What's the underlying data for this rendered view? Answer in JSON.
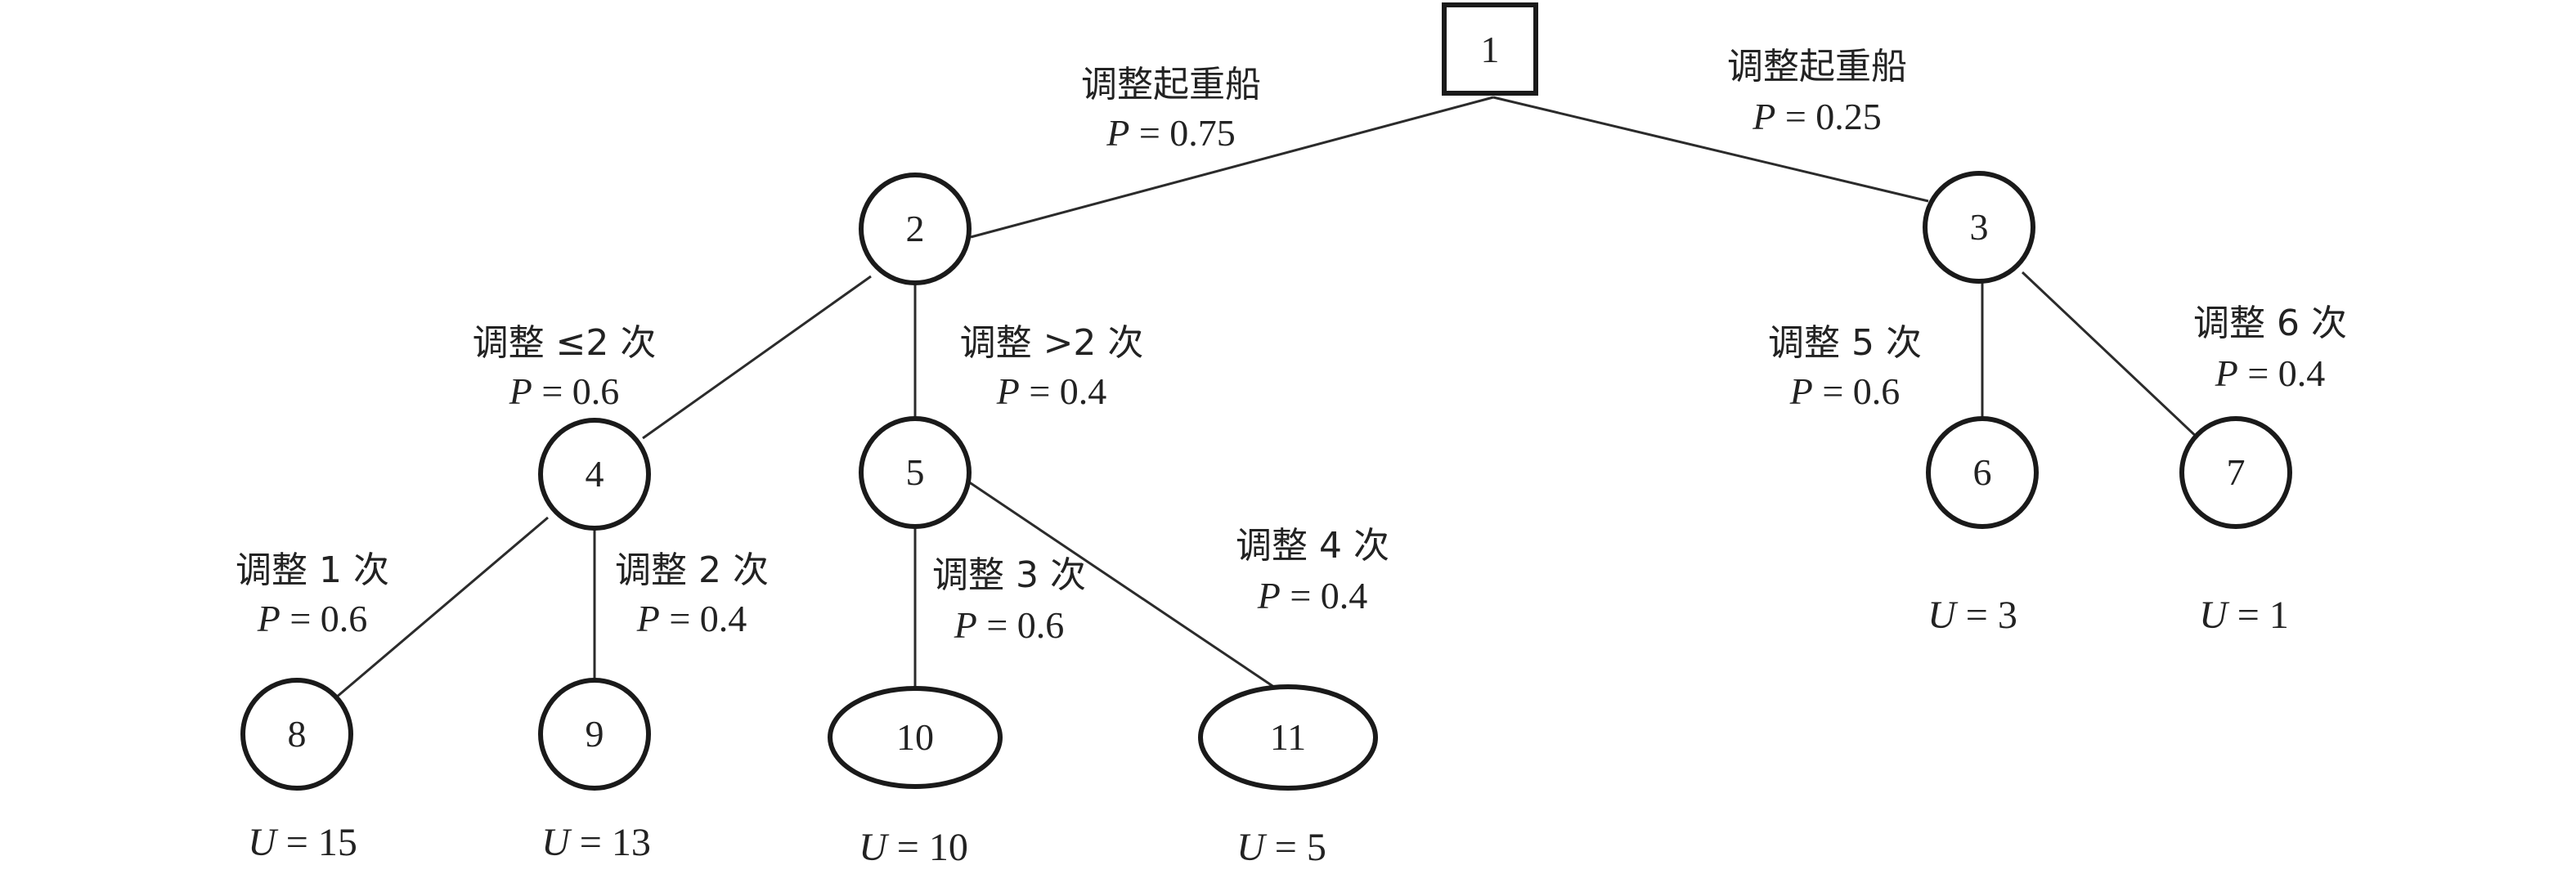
{
  "nodes": [
    {
      "id": "1",
      "label": "1",
      "shape": "square"
    },
    {
      "id": "2",
      "label": "2",
      "shape": "circle"
    },
    {
      "id": "3",
      "label": "3",
      "shape": "circle"
    },
    {
      "id": "4",
      "label": "4",
      "shape": "circle"
    },
    {
      "id": "5",
      "label": "5",
      "shape": "circle"
    },
    {
      "id": "6",
      "label": "6",
      "shape": "circle"
    },
    {
      "id": "7",
      "label": "7",
      "shape": "circle"
    },
    {
      "id": "8",
      "label": "8",
      "shape": "circle"
    },
    {
      "id": "9",
      "label": "9",
      "shape": "circle"
    },
    {
      "id": "10",
      "label": "10",
      "shape": "ellipse"
    },
    {
      "id": "11",
      "label": "11",
      "shape": "ellipse"
    }
  ],
  "edges": [
    {
      "from": "1",
      "to": "2",
      "label": "调整起重船",
      "p_symbol": "P",
      "p_value": " = 0.75"
    },
    {
      "from": "1",
      "to": "3",
      "label": "调整起重船",
      "p_symbol": "P",
      "p_value": " = 0.25"
    },
    {
      "from": "2",
      "to": "4",
      "label": "调整 ≤2 次",
      "p_symbol": "P",
      "p_value": " = 0.6"
    },
    {
      "from": "2",
      "to": "5",
      "label": "调整 >2 次",
      "p_symbol": "P",
      "p_value": " = 0.4"
    },
    {
      "from": "3",
      "to": "6",
      "label": "调整 5 次",
      "p_symbol": "P",
      "p_value": " = 0.6"
    },
    {
      "from": "3",
      "to": "7",
      "label": "调整 6 次",
      "p_symbol": "P",
      "p_value": " = 0.4"
    },
    {
      "from": "4",
      "to": "8",
      "label": "调整 1 次",
      "p_symbol": "P",
      "p_value": " = 0.6"
    },
    {
      "from": "4",
      "to": "9",
      "label": "调整 2 次",
      "p_symbol": "P",
      "p_value": " = 0.4"
    },
    {
      "from": "5",
      "to": "10",
      "label": "调整 3 次",
      "p_symbol": "P",
      "p_value": " = 0.6"
    },
    {
      "from": "5",
      "to": "11",
      "label": "调整 4 次",
      "p_symbol": "P",
      "p_value": " = 0.4"
    }
  ],
  "utilities": [
    {
      "node": "8",
      "symbol": "U",
      "value": " = 15"
    },
    {
      "node": "9",
      "symbol": "U",
      "value": " = 13"
    },
    {
      "node": "10",
      "symbol": "U",
      "value": " = 10"
    },
    {
      "node": "11",
      "symbol": "U",
      "value": " = 5"
    },
    {
      "node": "6",
      "symbol": "U",
      "value": " = 3"
    },
    {
      "node": "7",
      "symbol": "U",
      "value": " = 1"
    }
  ]
}
